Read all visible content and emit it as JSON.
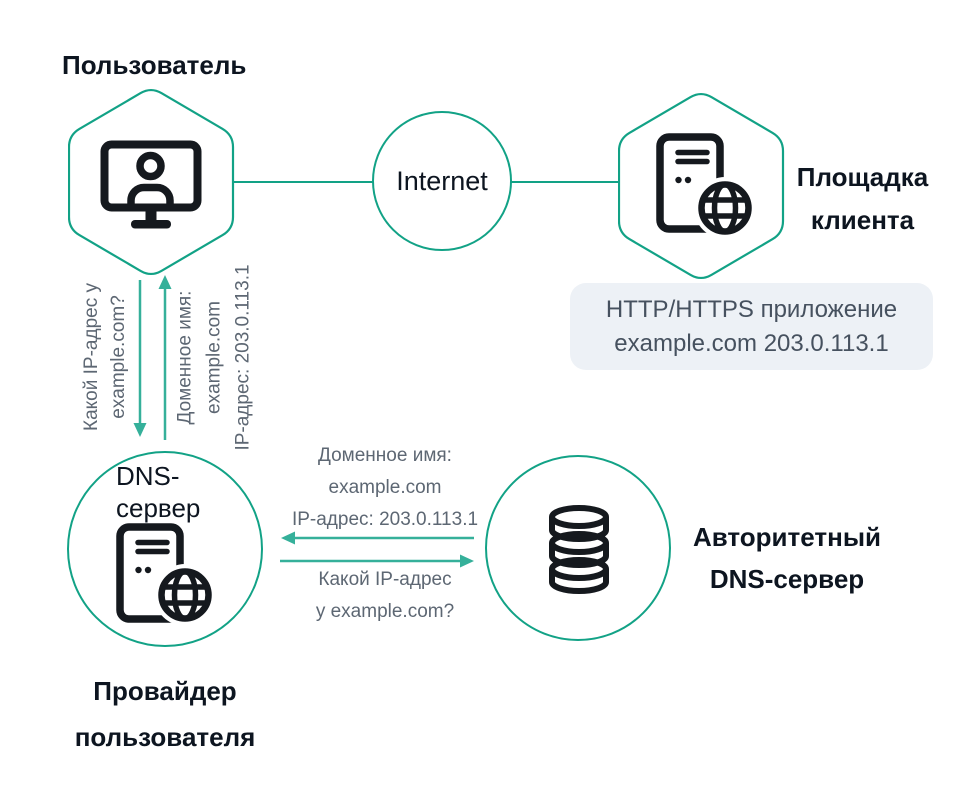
{
  "colors": {
    "outline_teal": "#12a286",
    "arrow_teal": "#35b09a",
    "dark_text": "#0d1520",
    "gray_text": "#5d6773",
    "box_background": "#edf1f6",
    "box_text": "#46515f",
    "icon_dark": "#15191e"
  },
  "nodes": {
    "user": {
      "label": "Пользователь",
      "icon": "monitor-user-icon",
      "shape": "hexagon"
    },
    "internet": {
      "label": "Internet",
      "shape": "circle"
    },
    "client_site": {
      "label_line1": "Площадка",
      "label_line2": "клиента",
      "icon": "server-globe-icon",
      "shape": "hexagon"
    },
    "provider_dns": {
      "inner_label_line1": "DNS-",
      "inner_label_line2": "сервер",
      "caption_line1": "Провайдер",
      "caption_line2": "пользователя",
      "icon": "server-globe-icon",
      "shape": "circle"
    },
    "authoritative_dns": {
      "label_line1": "Авторитетный",
      "label_line2": "DNS-сервер",
      "icon": "database-icon",
      "shape": "circle"
    }
  },
  "app_box": {
    "line1": "HTTP/HTTPS приложение",
    "line2": "example.com 203.0.113.1"
  },
  "edges": {
    "user_to_provider_query": {
      "line1": "Какой IP-адрес у",
      "line2": "example.com?",
      "direction": "down"
    },
    "provider_to_user_response": {
      "line1": "Доменное имя:",
      "line2": "example.com",
      "line3": "IP-адрес: 203.0.113.1",
      "direction": "up"
    },
    "auth_to_provider_response": {
      "line1": "Доменное имя:",
      "line2": "example.com",
      "line3": "IP-адрес: 203.0.113.1",
      "direction": "left"
    },
    "provider_to_auth_query": {
      "line1": "Какой IP-адрес",
      "line2": "у example.com?",
      "direction": "right"
    }
  }
}
